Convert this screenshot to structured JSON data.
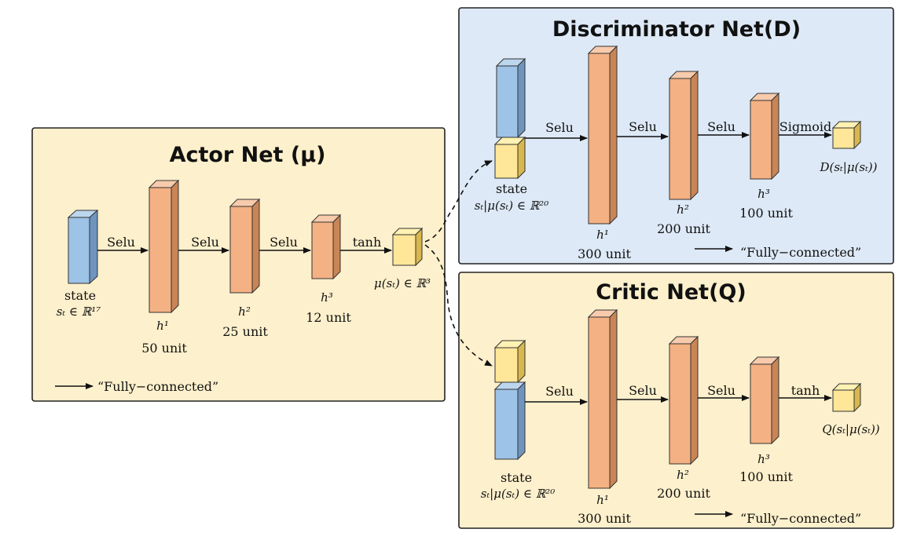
{
  "actor": {
    "title": "Actor Net (μ)",
    "input_label": "state",
    "input_sub": "sₜ ∈ ℝ¹⁷",
    "act1": "Selu",
    "act2": "Selu",
    "act3": "Selu",
    "act4": "tanh",
    "h1_name": "h¹",
    "h1_units": "50 unit",
    "h2_name": "h²",
    "h2_units": "25 unit",
    "h3_name": "h³",
    "h3_units": "12 unit",
    "output_label": "μ(sₜ) ∈ ℝ³",
    "legend": "“Fully−connected”"
  },
  "discriminator": {
    "title": "Discriminator Net(D)",
    "input_label": "state",
    "input_sub": "sₜ|μ(sₜ) ∈ ℝ²⁰",
    "act1": "Selu",
    "act2": "Selu",
    "act3": "Selu",
    "act4": "Sigmoid",
    "h1_name": "h¹",
    "h1_units": "300 unit",
    "h2_name": "h²",
    "h2_units": "200 unit",
    "h3_name": "h³",
    "h3_units": "100 unit",
    "output_label": "D(sₜ|μ(sₜ))",
    "legend": "“Fully−connected”"
  },
  "critic": {
    "title": "Critic Net(Q)",
    "input_label": "state",
    "input_sub": "sₜ|μ(sₜ) ∈ ℝ²⁰",
    "act1": "Selu",
    "act2": "Selu",
    "act3": "Selu",
    "act4": "tanh",
    "h1_name": "h¹",
    "h1_units": "300 unit",
    "h2_name": "h²",
    "h2_units": "200 unit",
    "h3_name": "h³",
    "h3_units": "100 unit",
    "output_label": "Q(sₜ|μ(sₜ))",
    "legend": "“Fully−connected”"
  },
  "colors": {
    "actor_panel": "#fdf0cc",
    "critic_panel": "#fdf0cc",
    "disc_panel": "#dde9f6",
    "state_block": "#9dc3e6",
    "hidden_block": "#f4b183",
    "output_block": "#ffe699"
  }
}
